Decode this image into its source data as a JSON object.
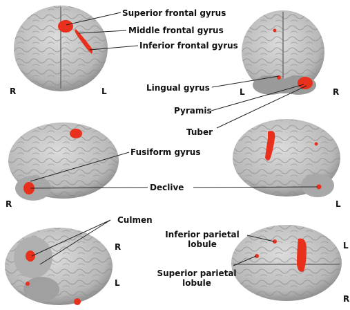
{
  "labels": {
    "superior_frontal_gyrus": "Superior frontal gyrus",
    "middle_frontal_gyrus": "Middle frontal gyrus",
    "inferior_frontal_gyrus": "Inferior frontal gyrus",
    "lingual_gyrus": "Lingual gyrus",
    "pyramis": "Pyramis",
    "tuber": "Tuber",
    "fusiform_gyrus": "Fusiform gyrus",
    "declive": "Declive",
    "culmen": "Culmen",
    "inferior_parietal_line1": "Inferior parietal",
    "inferior_parietal_line2": "lobule",
    "superior_parietal_line1": "Superior parietal",
    "superior_parietal_line2": "lobule"
  },
  "orientation": {
    "view1_left": "R",
    "view1_right": "L",
    "view2_left": "L",
    "view2_right": "R",
    "view3": "R",
    "view4": "L",
    "view5_top": "R",
    "view5_bottom": "L",
    "view6_top": "L",
    "view6_bottom": "R"
  },
  "colors": {
    "brain": "#c7c7c7",
    "brain_shade": "#8e8e8e",
    "activation": "#e8301c",
    "leader_line": "#222222"
  }
}
